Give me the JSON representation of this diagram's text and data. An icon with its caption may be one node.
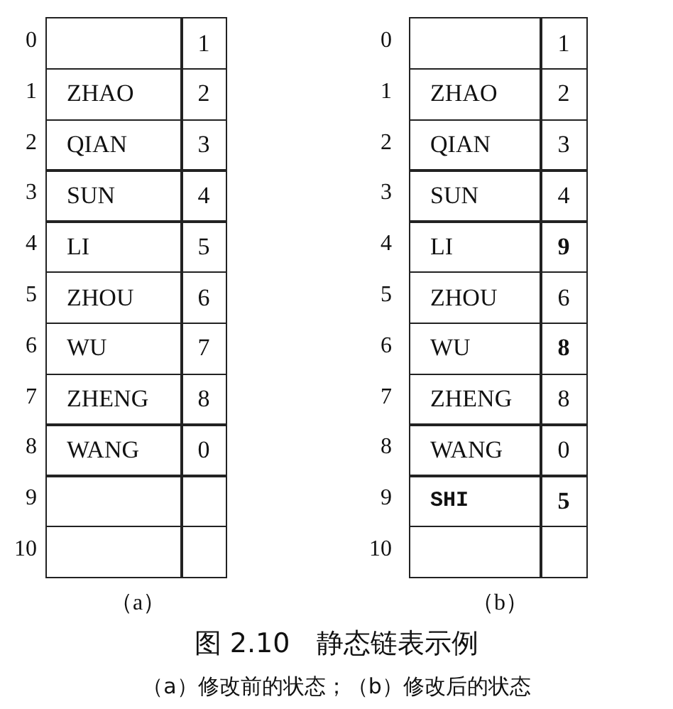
{
  "diagram": {
    "title": "图 2.10　静态链表示例",
    "caption": "（a）修改前的状态；（b）修改后的状态",
    "labels": [
      "0",
      "1",
      "1",
      "ZHAO",
      "2",
      "2",
      "QIAN",
      "3",
      "3",
      "SUN",
      "4",
      "4",
      "LI",
      "5",
      "5",
      "ZHOU",
      "6",
      "6",
      "WU",
      "7",
      "7",
      "ZHENG",
      "8",
      "8",
      "WANG",
      "0",
      "9",
      "10",
      "（a）",
      "0",
      "1",
      "1",
      "ZHAO",
      "2",
      "2",
      "QIAN",
      "3",
      "3",
      "SUN",
      "4",
      "4",
      "LI",
      "9",
      "5",
      "ZHOU",
      "6",
      "6",
      "WU",
      "8",
      "7",
      "ZHENG",
      "8",
      "8",
      "WANG",
      "0",
      "9",
      "SHI",
      "5",
      "10",
      "（b）"
    ]
  }
}
